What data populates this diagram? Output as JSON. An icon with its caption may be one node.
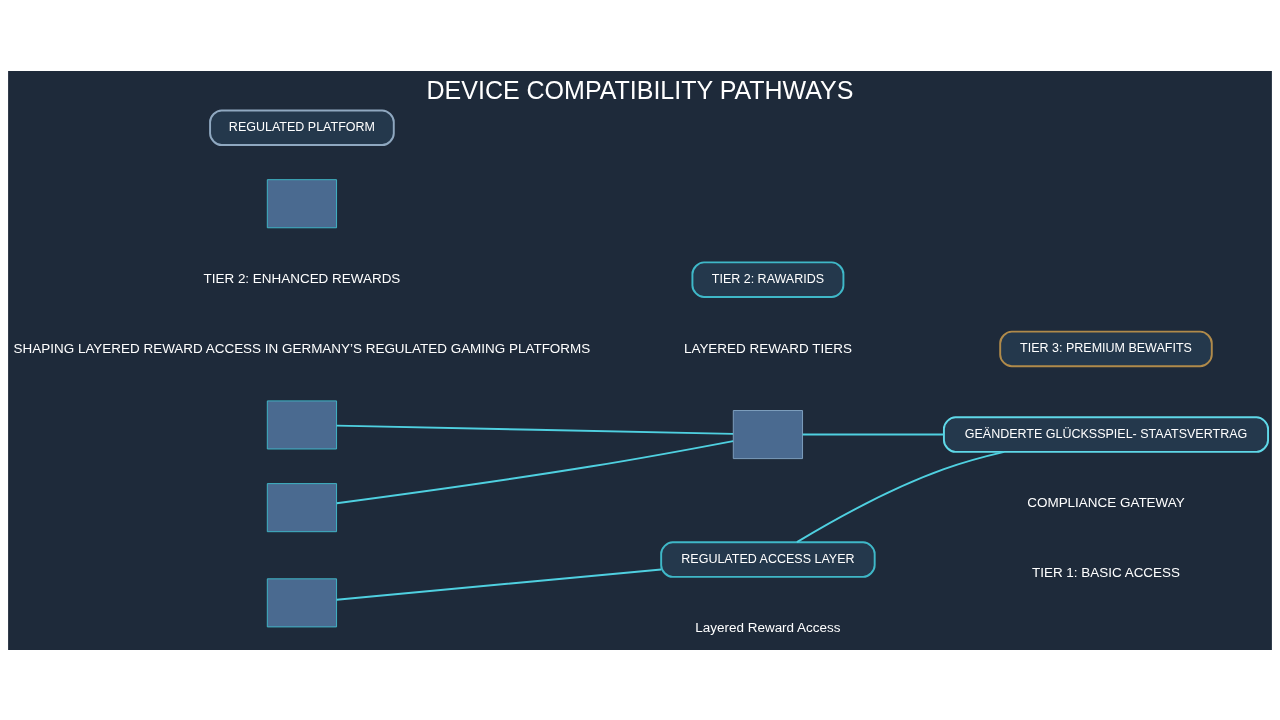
{
  "diagram": {
    "title": "DEVICE COMPATIBILITY PATHWAYS",
    "nodes": [
      {
        "text": [],
        "shape": "box"
      },
      {
        "text": [],
        "shape": "box"
      },
      {
        "text": [],
        "shape": "box"
      },
      {
        "text": [
          "TIER 3: PREMIUM BEWAFITS"
        ]
      },
      {
        "text": [
          "TIER 2: RAWARIDS"
        ]
      },
      {
        "text": [],
        "shape": "box"
      },
      {
        "text": [],
        "shape": "box"
      },
      {
        "text": [
          "REGULATED ACCESS LAYER"
        ]
      },
      {
        "text": [
          "GEÄNDERTE GLÜCKSSPIEL- STAATSVERTRAG"
        ],
        "beside": [
          "COMPLIANCE GATEWAY"
        ]
      },
      {
        "text": [
          "REGULATED PLATFORM"
        ]
      }
    ],
    "edges": [
      {
        "from": 0,
        "to": 6,
        "arrow": "none"
      },
      {
        "from": 1,
        "to": 6,
        "arrow": "none"
      },
      {
        "from": 2,
        "to": 7,
        "arrow": "none"
      },
      {
        "from": 6,
        "to": 8,
        "arrow": "none"
      },
      {
        "from": 7,
        "to": 8,
        "arrow": "none"
      }
    ],
    "labels": [
      "SHAPING LAYERED REWARD ACCESS IN GERMANY’S REGULATED GAMING PLATFORMS",
      "LAYERED REWARD TIERS",
      "TIER 2: ENHANCED REWARDS",
      "TIER 1: BASIC ACCESS",
      "Layered Reward Access"
    ]
  }
}
